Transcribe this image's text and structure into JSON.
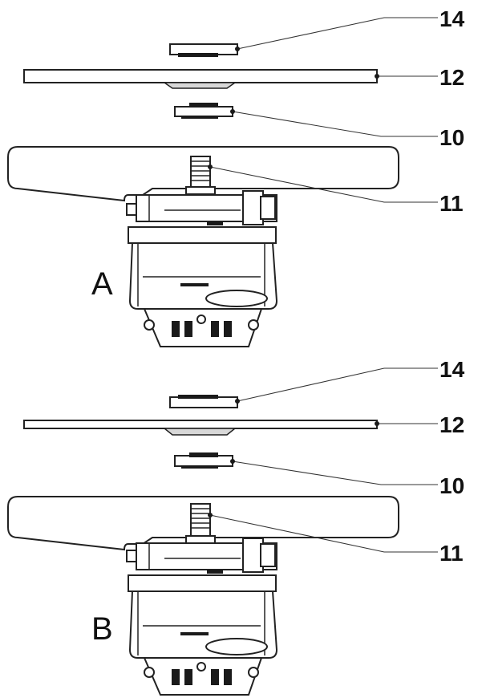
{
  "assemblies": [
    {
      "view_label": "A",
      "callouts": {
        "washer_top": "14",
        "blade": "12",
        "flange": "10",
        "spindle": "11"
      }
    },
    {
      "view_label": "B",
      "callouts": {
        "washer_top": "14",
        "blade": "12",
        "flange": "10",
        "spindle": "11"
      }
    }
  ]
}
